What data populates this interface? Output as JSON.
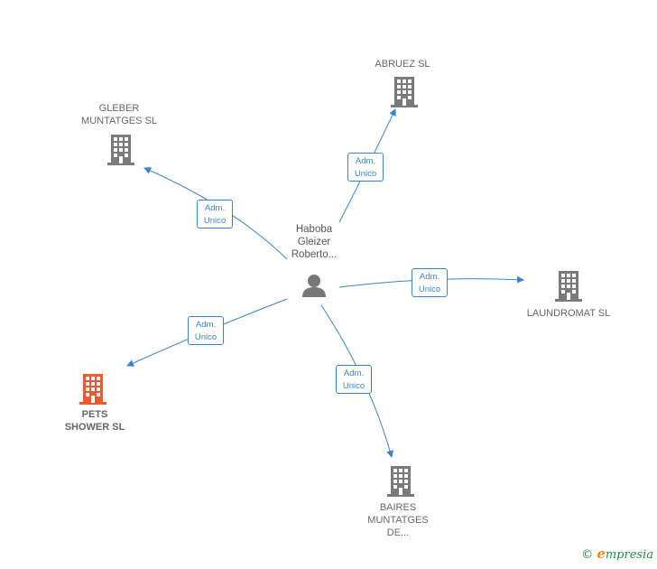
{
  "center": {
    "label": "Haboba\nGleizer\nRoberto...",
    "icon": "person-icon"
  },
  "companies": [
    {
      "key": "abruez",
      "label": "ABRUEZ SL",
      "icon": "building-icon",
      "color": "#7a7a7a"
    },
    {
      "key": "gleber",
      "label": "GLEBER\nMUNTATGES SL",
      "icon": "building-icon",
      "color": "#7a7a7a"
    },
    {
      "key": "laundromat",
      "label": "LAUNDROMAT SL",
      "icon": "building-icon",
      "color": "#7a7a7a"
    },
    {
      "key": "pets",
      "label": "PETS\nSHOWER  SL",
      "icon": "building-icon",
      "color": "#f0582e"
    },
    {
      "key": "baires",
      "label": "BAIRES\nMUNTATGES\nDE...",
      "icon": "building-icon",
      "color": "#7a7a7a"
    }
  ],
  "edges": [
    {
      "to": "abruez",
      "line1": "Adm.",
      "line2": "Unico"
    },
    {
      "to": "gleber",
      "line1": "Adm.",
      "line2": "Unico"
    },
    {
      "to": "laundromat",
      "line1": "Adm.",
      "line2": "Unico"
    },
    {
      "to": "pets",
      "line1": "Adm.",
      "line2": "Unico"
    },
    {
      "to": "baires",
      "line1": "Adm.",
      "line2": "Unico"
    }
  ],
  "footer": {
    "copyright": "©",
    "brand_initial": "e",
    "brand_rest": "mpresia"
  },
  "colors": {
    "edge": "#3a84c9",
    "node": "#7a7a7a",
    "highlight": "#f0582e"
  }
}
